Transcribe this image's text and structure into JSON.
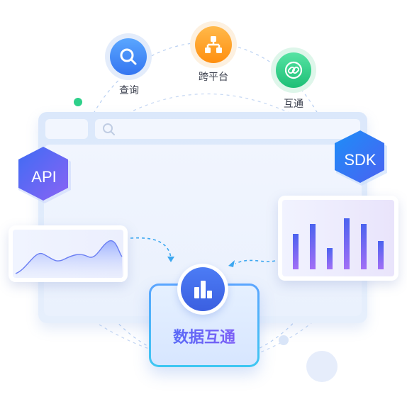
{
  "nodes": {
    "query_label": "查询",
    "cross_platform_label": "跨平台",
    "interop_label": "互通"
  },
  "badges": {
    "api": "API",
    "sdk": "SDK"
  },
  "center": {
    "title": "数据互通"
  },
  "colors": {
    "accent_blue": "#3b82f6",
    "accent_orange": "#ff9b1f",
    "accent_green": "#2ed08a",
    "accent_purple": "#8b5cf6"
  },
  "icons": [
    "search-icon",
    "network-icon",
    "link-icon",
    "bar-chart-icon"
  ]
}
